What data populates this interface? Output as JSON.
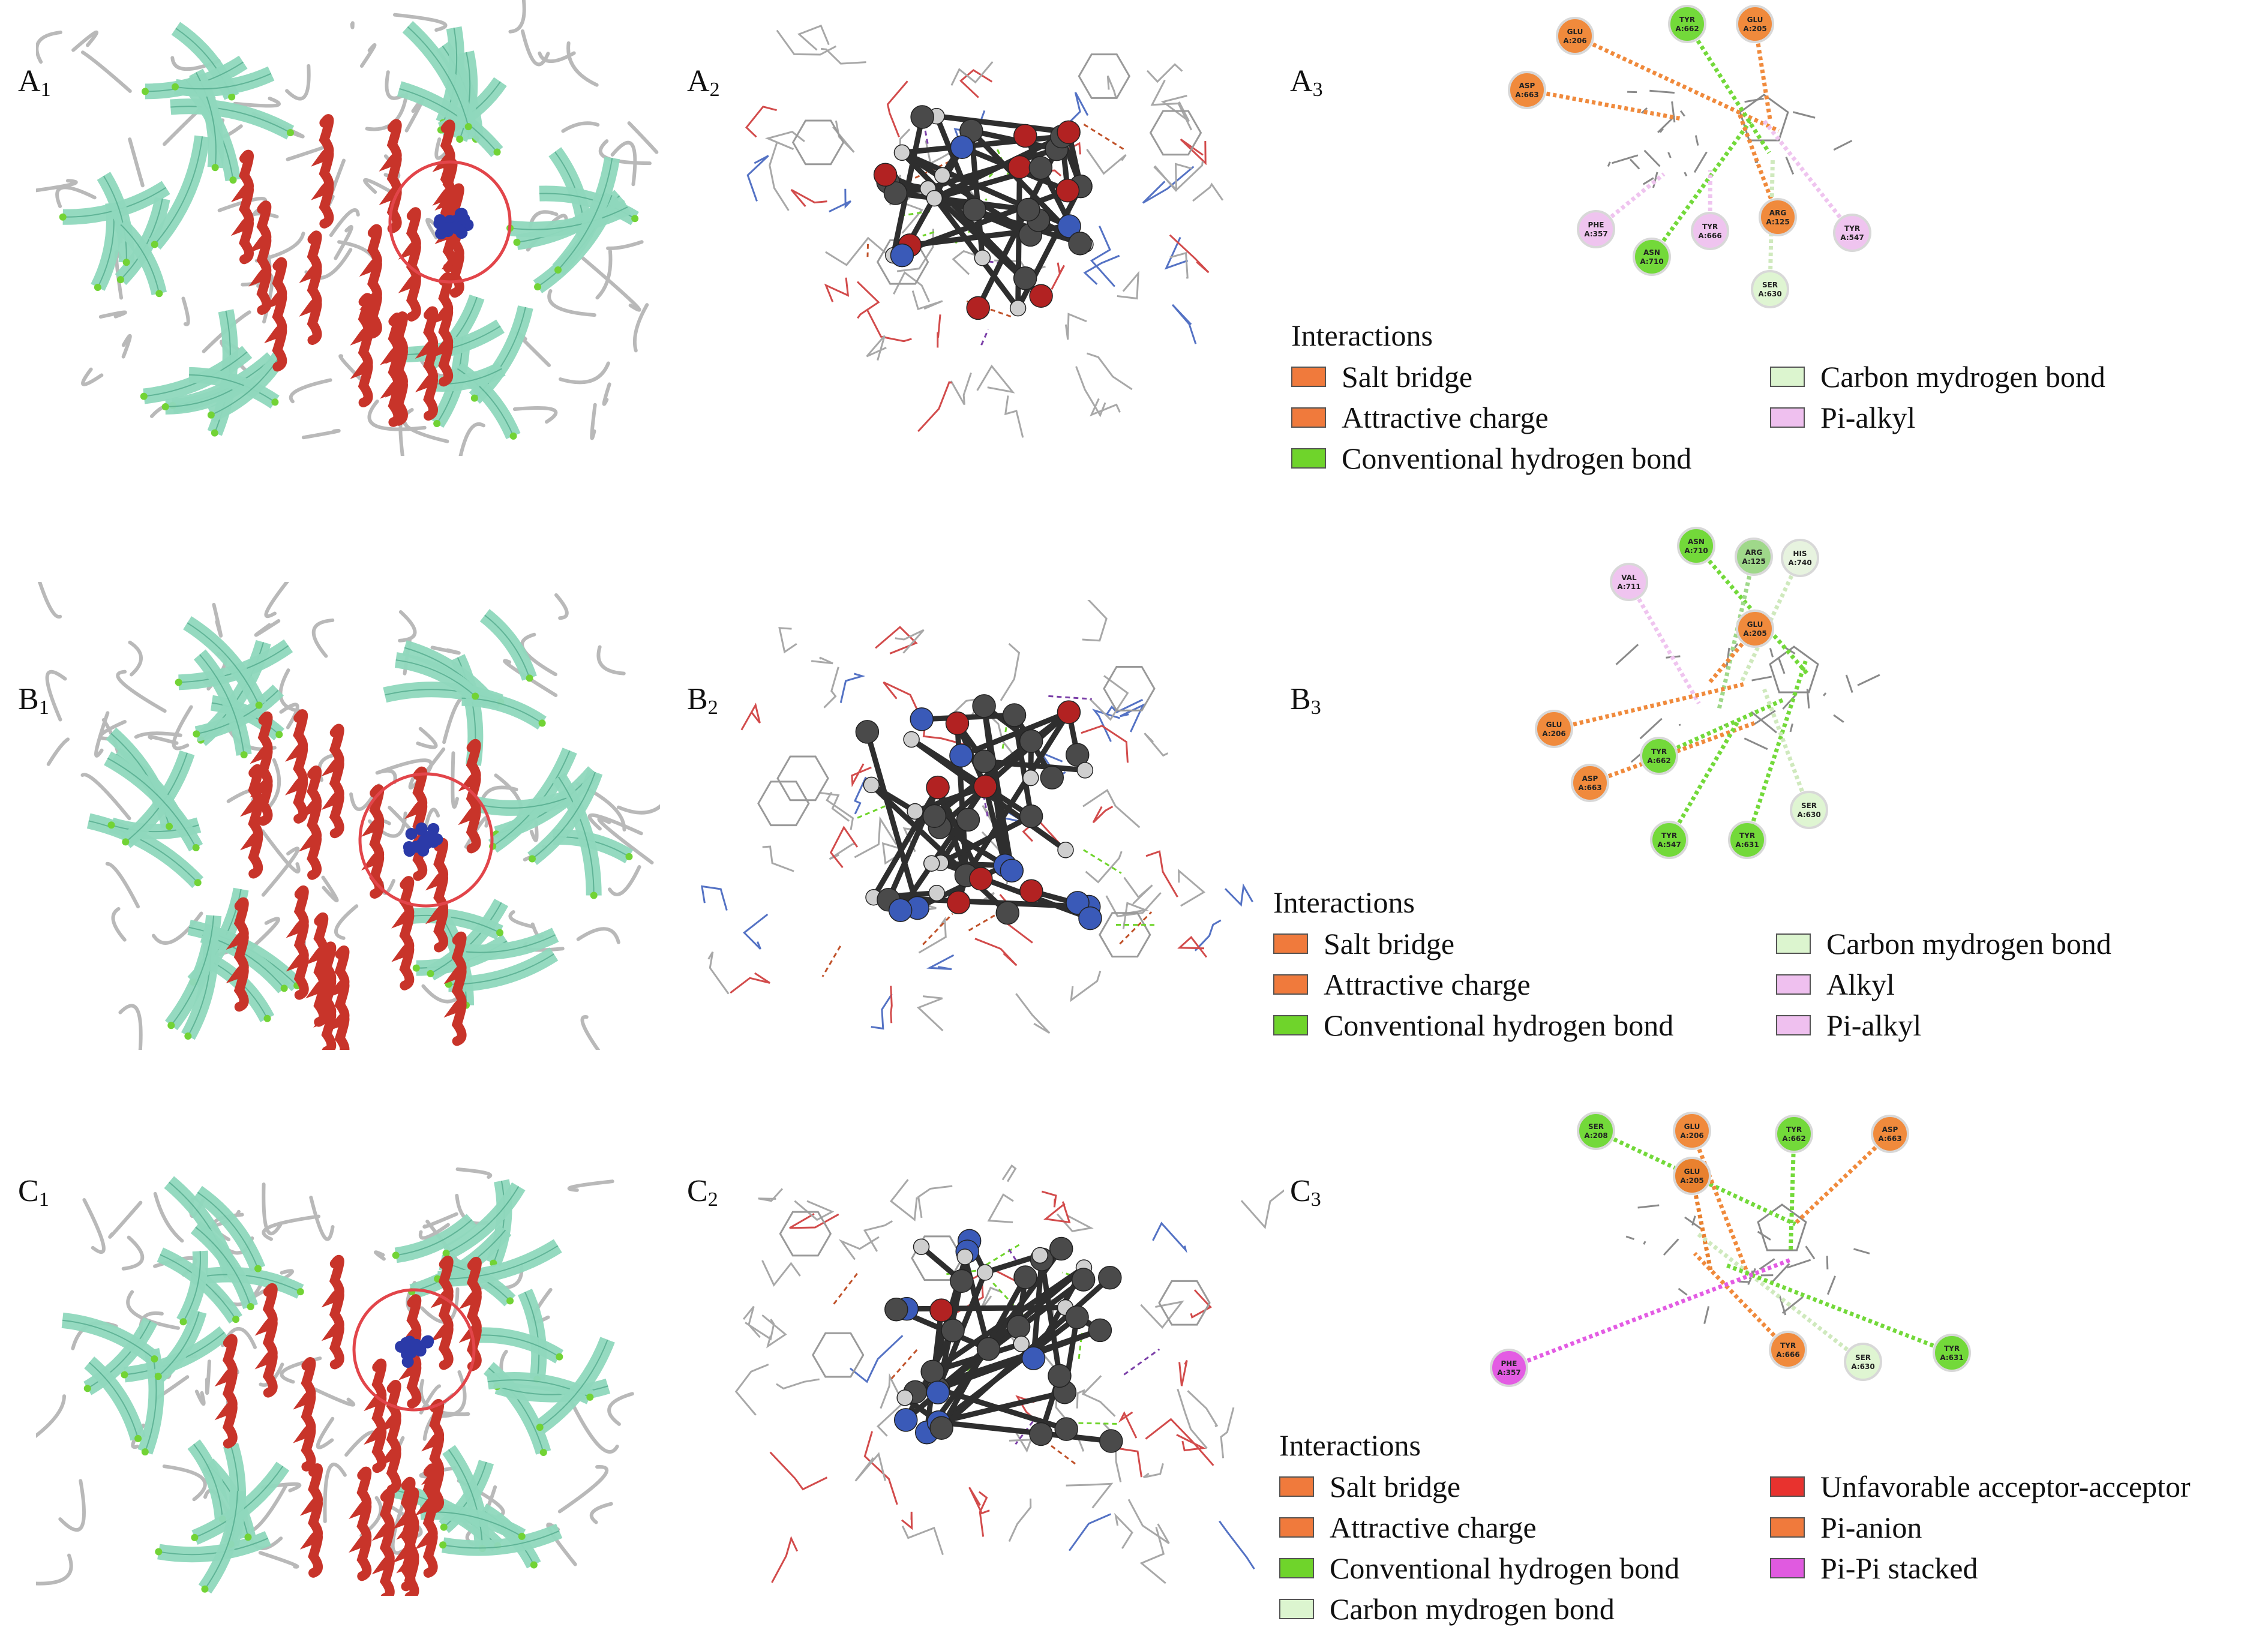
{
  "figure": {
    "rows": [
      {
        "id": "A",
        "labels": {
          "p1": {
            "letter": "A",
            "sub": "1"
          },
          "p2": {
            "letter": "A",
            "sub": "2"
          },
          "p3": {
            "letter": "A",
            "sub": "3"
          }
        },
        "residues": [
          {
            "name": "GLU",
            "id": "A:206",
            "color": "#f08a3c"
          },
          {
            "name": "TYR",
            "id": "A:662",
            "color": "#73d93a"
          },
          {
            "name": "GLU",
            "id": "A:205",
            "color": "#f08a3c"
          },
          {
            "name": "ASP",
            "id": "A:663",
            "color": "#f08a3c"
          },
          {
            "name": "PHE",
            "id": "A:357",
            "color": "#efc4ef"
          },
          {
            "name": "ASN",
            "id": "A:710",
            "color": "#73d93a"
          },
          {
            "name": "TYR",
            "id": "A:666",
            "color": "#efc4ef"
          },
          {
            "name": "ARG",
            "id": "A:125",
            "color": "#f08a3c"
          },
          {
            "name": "TYR",
            "id": "A:547",
            "color": "#efc4ef"
          },
          {
            "name": "SER",
            "id": "A:630",
            "color": "#dff5d2"
          }
        ],
        "legend": {
          "title": "Interactions",
          "items": [
            {
              "label": "Salt bridge",
              "color": "#f07a3c"
            },
            {
              "label": "Attractive charge",
              "color": "#f07a3c"
            },
            {
              "label": "Conventional hydrogen bond",
              "color": "#6fd42b"
            },
            {
              "label": "Carbon mydrogen bond",
              "color": "#dcf5cf"
            },
            {
              "label": "Pi-alkyl",
              "color": "#efc0ef"
            }
          ]
        }
      },
      {
        "id": "B",
        "labels": {
          "p1": {
            "letter": "B",
            "sub": "1"
          },
          "p2": {
            "letter": "B",
            "sub": "2"
          },
          "p3": {
            "letter": "B",
            "sub": "3"
          }
        },
        "residues": [
          {
            "name": "ASN",
            "id": "A:710",
            "color": "#73d93a"
          },
          {
            "name": "ARG",
            "id": "A:125",
            "color": "#9fd88a"
          },
          {
            "name": "HIS",
            "id": "A:740",
            "color": "#e7f3df"
          },
          {
            "name": "VAL",
            "id": "A:711",
            "color": "#efc4ef"
          },
          {
            "name": "GLU",
            "id": "A:205",
            "color": "#f08a3c"
          },
          {
            "name": "GLU",
            "id": "A:206",
            "color": "#f08a3c"
          },
          {
            "name": "TYR",
            "id": "A:662",
            "color": "#73d93a"
          },
          {
            "name": "ASP",
            "id": "A:663",
            "color": "#f08a3c"
          },
          {
            "name": "TYR",
            "id": "A:547",
            "color": "#73d93a"
          },
          {
            "name": "TYR",
            "id": "A:631",
            "color": "#73d93a"
          },
          {
            "name": "SER",
            "id": "A:630",
            "color": "#dff5d2"
          }
        ],
        "legend": {
          "title": "Interactions",
          "items": [
            {
              "label": "Salt bridge",
              "color": "#f07a3c"
            },
            {
              "label": "Attractive charge",
              "color": "#f07a3c"
            },
            {
              "label": "Conventional hydrogen bond",
              "color": "#6fd42b"
            },
            {
              "label": "Carbon mydrogen bond",
              "color": "#dcf5cf"
            },
            {
              "label": "Alkyl",
              "color": "#efc0ef"
            },
            {
              "label": "Pi-alkyl",
              "color": "#efc0ef"
            }
          ]
        }
      },
      {
        "id": "C",
        "labels": {
          "p1": {
            "letter": "C",
            "sub": "1"
          },
          "p2": {
            "letter": "C",
            "sub": "2"
          },
          "p3": {
            "letter": "C",
            "sub": "3"
          }
        },
        "residues": [
          {
            "name": "SER",
            "id": "A:208",
            "color": "#73d93a"
          },
          {
            "name": "GLU",
            "id": "A:206",
            "color": "#f08a3c"
          },
          {
            "name": "TYR",
            "id": "A:662",
            "color": "#73d93a"
          },
          {
            "name": "ASP",
            "id": "A:663",
            "color": "#f08a3c"
          },
          {
            "name": "GLU",
            "id": "A:205",
            "color": "#e9812f"
          },
          {
            "name": "TYR",
            "id": "A:666",
            "color": "#f08a3c"
          },
          {
            "name": "SER",
            "id": "A:630",
            "color": "#dff5d2"
          },
          {
            "name": "TYR",
            "id": "A:631",
            "color": "#73d93a"
          },
          {
            "name": "PHE",
            "id": "A:357",
            "color": "#e35ce3"
          }
        ],
        "legend": {
          "title": "Interactions",
          "items": [
            {
              "label": "Salt bridge",
              "color": "#f07a3c"
            },
            {
              "label": "Attractive charge",
              "color": "#f07a3c"
            },
            {
              "label": "Conventional hydrogen bond",
              "color": "#6fd42b"
            },
            {
              "label": "Carbon mydrogen bond",
              "color": "#dcf5cf"
            },
            {
              "label": "Unfavorable acceptor-acceptor",
              "color": "#e8322e"
            },
            {
              "label": "Pi-anion",
              "color": "#f07a3c"
            },
            {
              "label": "Pi-Pi stacked",
              "color": "#e05ae0"
            }
          ]
        }
      }
    ]
  },
  "colors": {
    "helix": "#c8342a",
    "sheet": "#8fd8bd",
    "coil": "#b9b9b9",
    "ligand": "#2b3aa8",
    "highlight_circle": "#e2454a",
    "atom_carbon": "#4a4a4a",
    "atom_hydrogen": "#cfcfcf",
    "atom_oxygen": "#b22222",
    "atom_nitrogen": "#3a5ab8"
  }
}
